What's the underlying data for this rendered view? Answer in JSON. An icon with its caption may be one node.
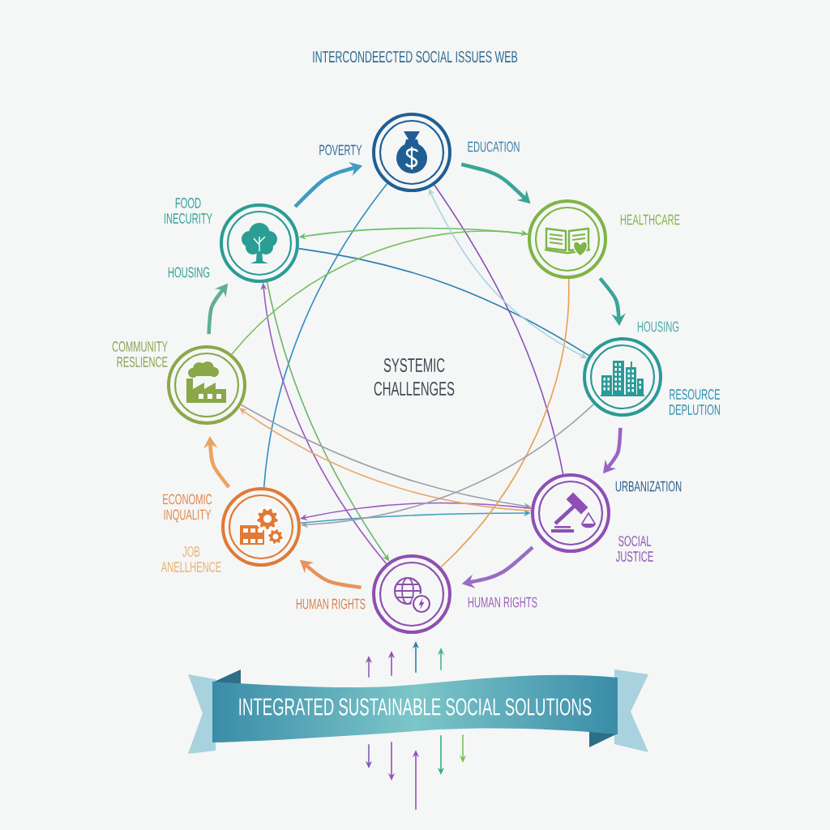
{
  "diagram": {
    "title": "INTERCONDEECTED SOCIAL ISSUES WEB",
    "nodes": [
      {
        "text": [],
        "shape": "circle",
        "beside": [
          "POVERTY",
          "EDUCATION"
        ]
      },
      {
        "text": [],
        "shape": "circle",
        "beside": [
          "HEALTHCARE"
        ]
      },
      {
        "text": [],
        "shape": "circle",
        "beside": [
          "HOUSING",
          "RESOURCE DEPLUTION"
        ]
      },
      {
        "text": [],
        "shape": "circle",
        "beside": [
          "URBANIZATION",
          "SOCIAL JUSTICE"
        ]
      },
      {
        "text": [],
        "shape": "circle",
        "beside": [
          "HUMAN RIGHTS",
          "HUMAN RIGHTS"
        ]
      },
      {
        "text": [],
        "shape": "circle",
        "beside": [
          "ECONOMIC INQUALITY",
          "JOB ANELLHENCE"
        ]
      },
      {
        "text": [],
        "shape": "circle",
        "beside": [
          "COMMUNITY RESLIENCE"
        ]
      },
      {
        "text": [],
        "shape": "circle",
        "beside": [
          "FOOD INECURITY",
          "HOUSING"
        ]
      },
      {
        "text": [
          "INTEGRATED SUSTAINABLE SOCIAL SOLUTIONS"
        ]
      }
    ],
    "edges": [
      {
        "from": 7,
        "to": 0,
        "arrow": "to",
        "style": "thick",
        "color": "#3d9cc4"
      },
      {
        "from": 0,
        "to": 1,
        "arrow": "to",
        "style": "thick",
        "color": "#3aa596"
      },
      {
        "from": 1,
        "to": 2,
        "arrow": "to",
        "style": "thick",
        "color": "#3aa596"
      },
      {
        "from": 2,
        "to": 3,
        "arrow": "to",
        "style": "thick",
        "color": "#9866c2"
      },
      {
        "from": 3,
        "to": 4,
        "arrow": "to",
        "style": "thick",
        "color": "#9a6cc4"
      },
      {
        "from": 4,
        "to": 5,
        "arrow": "to",
        "style": "thick",
        "color": "#e8925a"
      },
      {
        "from": 5,
        "to": 6,
        "arrow": "to",
        "style": "thick",
        "color": "#eba45e"
      },
      {
        "from": 6,
        "to": 7,
        "arrow": "to",
        "style": "thick",
        "color": "#5fae96"
      },
      {
        "from": 8,
        "to": null,
        "arrow": "to",
        "color": "#8a5cb8"
      },
      {
        "from": 8,
        "to": null,
        "arrow": "to",
        "color": "#9b4fb5"
      },
      {
        "from": 8,
        "to": 4,
        "arrow": "to",
        "color": "#2f7fa8"
      },
      {
        "from": 8,
        "to": null,
        "arrow": "to",
        "color": "#4cb386"
      },
      {
        "from": 8,
        "to": null,
        "arrow": "to",
        "color": "#7b5cb8"
      },
      {
        "from": 8,
        "to": null,
        "arrow": "to",
        "color": "#9b4fb5"
      },
      {
        "from": 8,
        "to": null,
        "arrow": "to",
        "color": "#3aaa88"
      },
      {
        "from": 8,
        "to": null,
        "arrow": "to",
        "color": "#7cbf5a"
      },
      {
        "from": null,
        "to": 8,
        "arrow": "to",
        "color": "#9b4fb5"
      },
      {
        "from": 0,
        "to": 3,
        "arrow": "none",
        "color": "#8a4fb8"
      },
      {
        "from": 0,
        "to": 5,
        "arrow": "none",
        "color": "#2f8fc0"
      },
      {
        "from": 1,
        "to": 7,
        "arrow": "to",
        "color": "#6dbb6a"
      },
      {
        "from": 7,
        "to": 2,
        "arrow": "none",
        "color": "#2a7fb0"
      },
      {
        "from": 7,
        "to": 4,
        "arrow": "to",
        "color": "#6bb56b"
      },
      {
        "from": 4,
        "to": 7,
        "arrow": "to",
        "color": "#9a5cc0"
      },
      {
        "from": 6,
        "to": 1,
        "arrow": "to",
        "color": "#7cbf5a"
      },
      {
        "from": 6,
        "to": 3,
        "arrow": "to",
        "color": "#9a9aa8"
      },
      {
        "from": 3,
        "to": 5,
        "arrow": "to",
        "color": "#9a5cc4"
      },
      {
        "from": 5,
        "to": 3,
        "arrow": "to",
        "color": "#3aa0c0"
      },
      {
        "from": 1,
        "to": 4,
        "arrow": "none",
        "color": "#e8a050"
      },
      {
        "from": 0,
        "to": 2,
        "arrow": "both",
        "color": "#a8d4e0"
      },
      {
        "from": 3,
        "to": 6,
        "arrow": "to",
        "color": "#eaa86a"
      },
      {
        "from": 2,
        "to": 5,
        "arrow": "to",
        "color": "#a0a0aa"
      }
    ],
    "labels": [
      "SYSTEMIC CHALLENGES"
    ]
  }
}
